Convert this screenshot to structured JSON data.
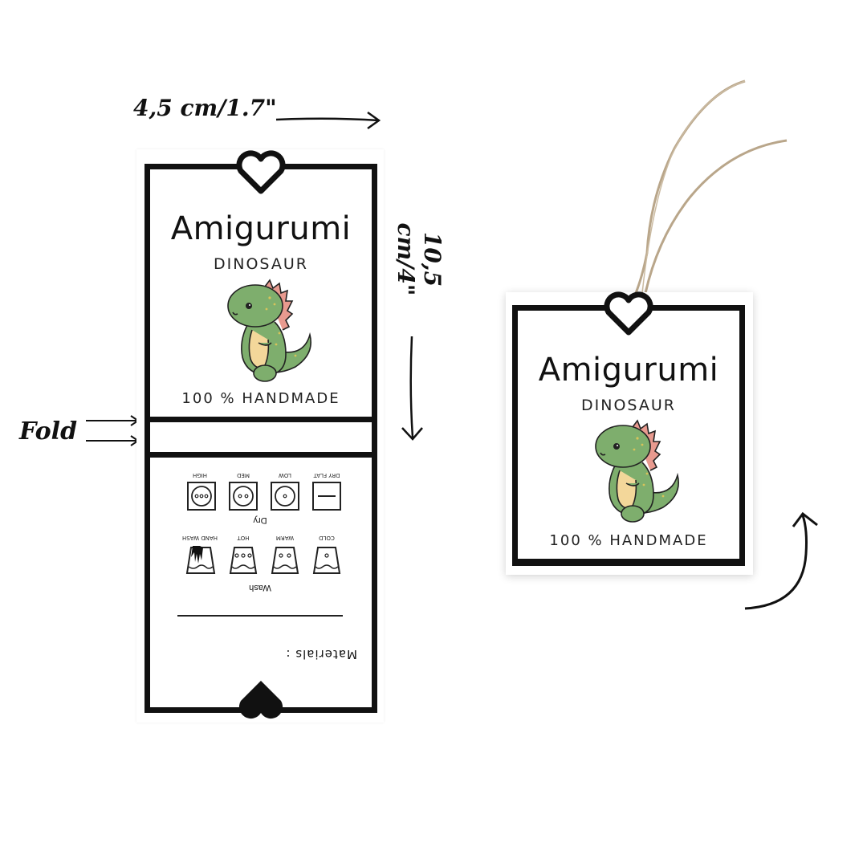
{
  "annotations": {
    "width": "4,5 cm/1.7\"",
    "height": "10,5 cm/4\"",
    "fold": "Fold"
  },
  "tag": {
    "title": "Amigurumi",
    "subtitle": "DINOSAUR",
    "handmade": "100 % HANDMADE"
  },
  "care": {
    "dry_heading": "Dry",
    "dry_labels": [
      "HIGH",
      "MED",
      "LOW",
      "DRY FLAT"
    ],
    "wash_heading": "Wash",
    "wash_labels": [
      "HAND WASH",
      "HOT",
      "WARM",
      "COLD"
    ],
    "materials": "Materials :"
  },
  "preview": {
    "title": "Amigurumi",
    "subtitle": "DINOSAUR",
    "handmade": "100 % HANDMADE"
  }
}
